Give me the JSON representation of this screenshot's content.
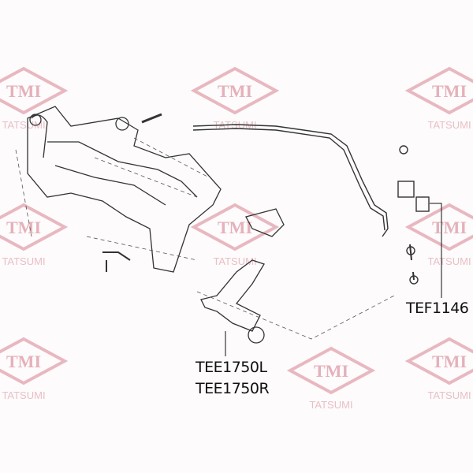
{
  "watermark": {
    "logo_text": "TMI",
    "brand_text": "TATSUMI",
    "color": "#d98c9a"
  },
  "callouts": [
    {
      "part": "TEF1146"
    },
    {
      "part": "TEE1750L"
    },
    {
      "part": "TEE1750R"
    }
  ]
}
